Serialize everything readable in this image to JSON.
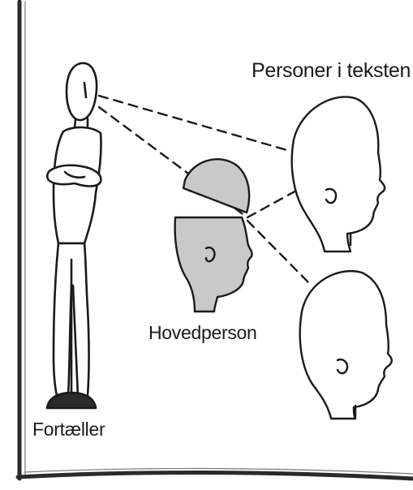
{
  "diagram": {
    "labels": {
      "persons_in_text": "Personer i teksten",
      "main_person": "Hovedperson",
      "narrator": "Fortæller"
    },
    "colors": {
      "ink": "#1a1a1a",
      "head_fill": "#c9c9c9",
      "paper": "#ffffff"
    }
  }
}
